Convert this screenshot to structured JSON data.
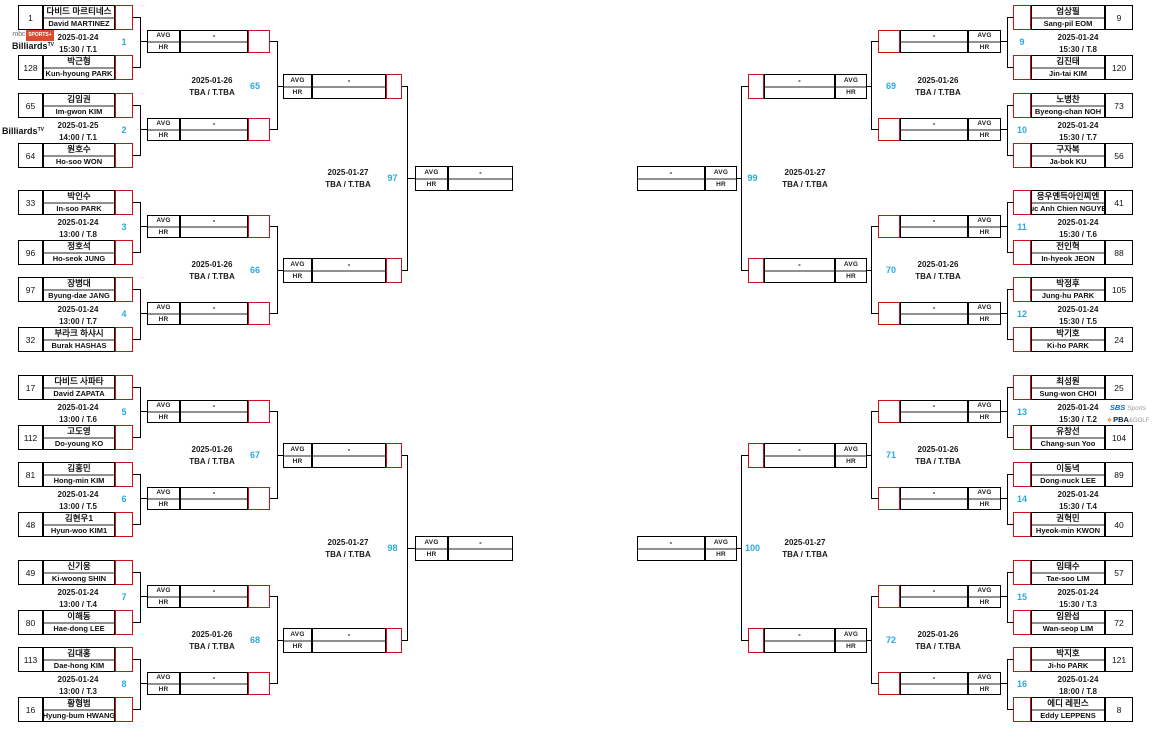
{
  "labels": {
    "avg": "AVG",
    "hr": "HR",
    "dash": "-"
  },
  "colors": {
    "accent_blue": "#2ba8e0",
    "accent_red": "#cb1118",
    "divider_gray": "#909090"
  },
  "logos": {
    "mbc_sports": {
      "mbc": "mbc",
      "sports": "SPORTS+"
    },
    "billiards_tv": {
      "name": "Billiards",
      "tv": "TV"
    },
    "sbs_sports": {
      "sbs": "SBS",
      "sports": "Sports"
    },
    "pba_golf": {
      "icon": "❖",
      "pba": "PBA",
      "golf": "&GOLF"
    }
  },
  "round1": {
    "left": [
      {
        "no": "1",
        "date": "2025-01-24",
        "time": "15:30 / T.1",
        "broadcast": "mbc-btv",
        "top": {
          "seed": "1",
          "kr": "다비드 마르티네스",
          "en": "David MARTINEZ"
        },
        "bottom": {
          "seed": "128",
          "kr": "박근형",
          "en": "Kun-hyoung PARK"
        }
      },
      {
        "no": "2",
        "date": "2025-01-25",
        "time": "14:00 / T.1",
        "broadcast": "btv",
        "top": {
          "seed": "65",
          "kr": "김임권",
          "en": "Im-gwon KIM"
        },
        "bottom": {
          "seed": "64",
          "kr": "원호수",
          "en": "Ho-soo WON"
        }
      },
      {
        "no": "3",
        "date": "2025-01-24",
        "time": "13:00 / T.8",
        "top": {
          "seed": "33",
          "kr": "박인수",
          "en": "In-soo PARK"
        },
        "bottom": {
          "seed": "96",
          "kr": "정호석",
          "en": "Ho-seok JUNG"
        }
      },
      {
        "no": "4",
        "date": "2025-01-24",
        "time": "13:00 / T.7",
        "top": {
          "seed": "97",
          "kr": "장병대",
          "en": "Byung-dae JANG"
        },
        "bottom": {
          "seed": "32",
          "kr": "부라크 하샤시",
          "en": "Burak HASHAS"
        }
      },
      {
        "no": "5",
        "date": "2025-01-24",
        "time": "13:00 / T.6",
        "top": {
          "seed": "17",
          "kr": "다비드 사파타",
          "en": "David ZAPATA"
        },
        "bottom": {
          "seed": "112",
          "kr": "고도영",
          "en": "Do-young KO"
        }
      },
      {
        "no": "6",
        "date": "2025-01-24",
        "time": "13:00 / T.5",
        "top": {
          "seed": "81",
          "kr": "김홍민",
          "en": "Hong-min KIM"
        },
        "bottom": {
          "seed": "48",
          "kr": "김현우1",
          "en": "Hyun-woo KIM1"
        }
      },
      {
        "no": "7",
        "date": "2025-01-24",
        "time": "13:00 / T.4",
        "top": {
          "seed": "49",
          "kr": "신기웅",
          "en": "Ki-woong SHIN"
        },
        "bottom": {
          "seed": "80",
          "kr": "이해동",
          "en": "Hae-dong LEE"
        }
      },
      {
        "no": "8",
        "date": "2025-01-24",
        "time": "13:00 / T.3",
        "top": {
          "seed": "113",
          "kr": "김대홍",
          "en": "Dae-hong KIM"
        },
        "bottom": {
          "seed": "16",
          "kr": "황형범",
          "en": "Hyung-bum HWANG"
        }
      }
    ],
    "right": [
      {
        "no": "9",
        "date": "2025-01-24",
        "time": "15:30 / T.8",
        "top": {
          "seed": "9",
          "kr": "엄상필",
          "en": "Sang-pil EOM"
        },
        "bottom": {
          "seed": "120",
          "kr": "김진태",
          "en": "Jin-tai KIM"
        }
      },
      {
        "no": "10",
        "date": "2025-01-24",
        "time": "15:30 / T.7",
        "top": {
          "seed": "73",
          "kr": "노병찬",
          "en": "Byeong-chan NOH"
        },
        "bottom": {
          "seed": "56",
          "kr": "구자복",
          "en": "Ja-bok KU"
        }
      },
      {
        "no": "11",
        "date": "2025-01-24",
        "time": "15:30 / T.6",
        "top": {
          "seed": "41",
          "kr": "응우옌득아인찌엔",
          "en": "Duc Anh Chien NGUYEN"
        },
        "bottom": {
          "seed": "88",
          "kr": "전인혁",
          "en": "In-hyeok JEON"
        }
      },
      {
        "no": "12",
        "date": "2025-01-24",
        "time": "15:30 / T.5",
        "top": {
          "seed": "105",
          "kr": "박정후",
          "en": "Jung-hu PARK"
        },
        "bottom": {
          "seed": "24",
          "kr": "박기호",
          "en": "Ki-ho PARK"
        }
      },
      {
        "no": "13",
        "date": "2025-01-24",
        "time": "15:30 / T.2",
        "broadcast": "sbs-pba",
        "top": {
          "seed": "25",
          "kr": "최성원",
          "en": "Sung-won CHOI"
        },
        "bottom": {
          "seed": "104",
          "kr": "유창선",
          "en": "Chang-sun Yoo"
        }
      },
      {
        "no": "14",
        "date": "2025-01-24",
        "time": "15:30 / T.4",
        "top": {
          "seed": "89",
          "kr": "이동녁",
          "en": "Dong-nuck LEE"
        },
        "bottom": {
          "seed": "40",
          "kr": "권혁민",
          "en": "Hyeok-min KWON"
        }
      },
      {
        "no": "15",
        "date": "2025-01-24",
        "time": "15:30 / T.3",
        "top": {
          "seed": "57",
          "kr": "임태수",
          "en": "Tae-soo LIM"
        },
        "bottom": {
          "seed": "72",
          "kr": "임완섭",
          "en": "Wan-seop LIM"
        }
      },
      {
        "no": "16",
        "date": "2025-01-24",
        "time": "18:00 / T.8",
        "top": {
          "seed": "121",
          "kr": "박지호",
          "en": "Ji-ho PARK"
        },
        "bottom": {
          "seed": "8",
          "kr": "에디 레핀스",
          "en": "Eddy LEPPENS"
        }
      }
    ]
  },
  "round2": {
    "left": [
      {
        "no": "65",
        "date": "2025-01-26",
        "time": "TBA / T.TBA"
      },
      {
        "no": "66",
        "date": "2025-01-26",
        "time": "TBA / T.TBA"
      },
      {
        "no": "67",
        "date": "2025-01-26",
        "time": "TBA / T.TBA"
      },
      {
        "no": "68",
        "date": "2025-01-26",
        "time": "TBA / T.TBA"
      }
    ],
    "right": [
      {
        "no": "69",
        "date": "2025-01-26",
        "time": "TBA / T.TBA"
      },
      {
        "no": "70",
        "date": "2025-01-26",
        "time": "TBA / T.TBA"
      },
      {
        "no": "71",
        "date": "2025-01-26",
        "time": "TBA / T.TBA"
      },
      {
        "no": "72",
        "date": "2025-01-26",
        "time": "TBA / T.TBA"
      }
    ]
  },
  "round3": {
    "left": [
      {
        "no": "97",
        "date": "2025-01-27",
        "time": "TBA / T.TBA"
      },
      {
        "no": "98",
        "date": "2025-01-27",
        "time": "TBA / T.TBA"
      }
    ],
    "right": [
      {
        "no": "99",
        "date": "2025-01-27",
        "time": "TBA / T.TBA"
      },
      {
        "no": "100",
        "date": "2025-01-27",
        "time": "TBA / T.TBA"
      }
    ]
  }
}
